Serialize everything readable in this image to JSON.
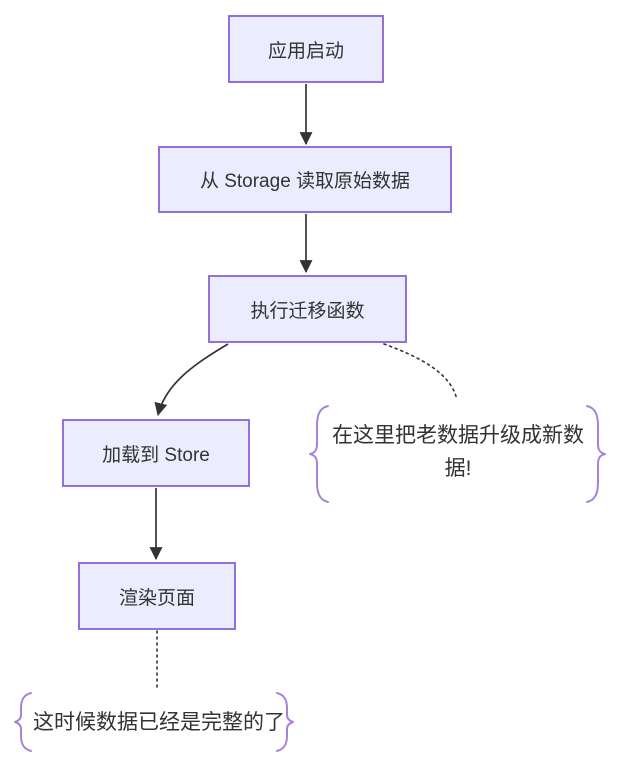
{
  "diagram": {
    "type": "flowchart",
    "colors": {
      "background": "#ffffff",
      "node_fill": "#ececff",
      "node_border": "#9370db",
      "edge": "#333333",
      "brace": "#a683d9",
      "text": "#333333"
    },
    "nodes": [
      {
        "id": "app-start",
        "label": "应用启动"
      },
      {
        "id": "read-storage",
        "label": "从 Storage 读取原始数据"
      },
      {
        "id": "run-migration",
        "label": "执行迁移函数"
      },
      {
        "id": "load-store",
        "label": "加载到 Store"
      },
      {
        "id": "render-page",
        "label": "渲染页面"
      }
    ],
    "edges": [
      {
        "from": "app-start",
        "to": "read-storage",
        "style": "solid-arrow"
      },
      {
        "from": "read-storage",
        "to": "run-migration",
        "style": "solid-arrow"
      },
      {
        "from": "run-migration",
        "to": "load-store",
        "style": "solid-arrow"
      },
      {
        "from": "load-store",
        "to": "render-page",
        "style": "solid-arrow"
      },
      {
        "from": "run-migration",
        "to": "note-migrate",
        "style": "dotted"
      },
      {
        "from": "render-page",
        "to": "note-render",
        "style": "dotted"
      }
    ],
    "notes": [
      {
        "id": "note-migrate",
        "label": "在这里把老数据升级成新数据!"
      },
      {
        "id": "note-render",
        "label": "这时候数据已经是完整的了"
      }
    ]
  }
}
